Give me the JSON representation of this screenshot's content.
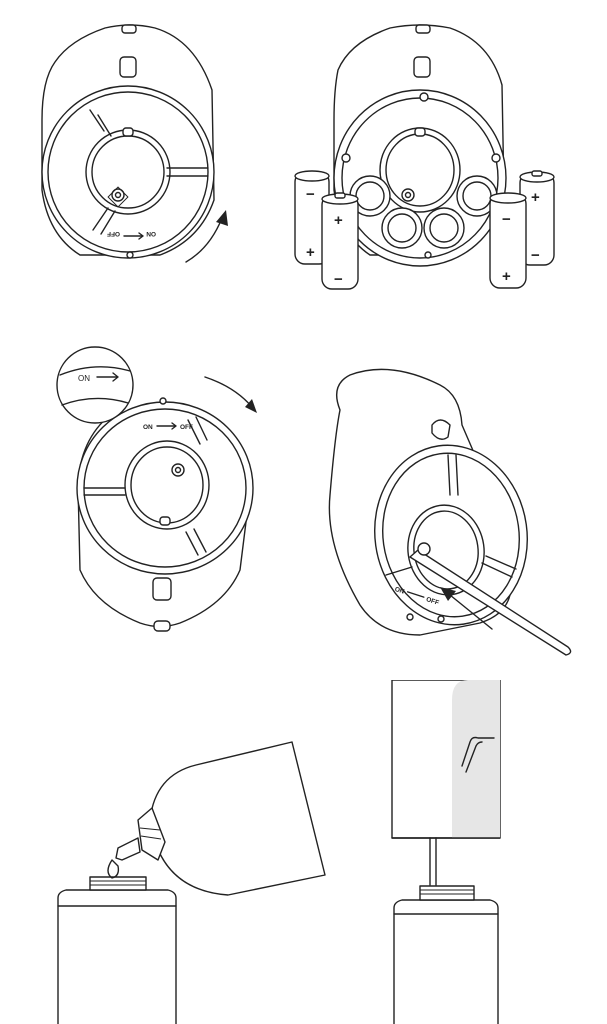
{
  "steps": [
    {
      "switch_on": "ON",
      "switch_off": "OFF"
    },
    {
      "battery_plus": "+",
      "battery_minus": "−"
    },
    {
      "inset_on": "ON",
      "switch_on": "ON",
      "switch_off": "OFF"
    },
    {
      "switch_on": "ON",
      "switch_off": "OFF"
    },
    {},
    {}
  ]
}
